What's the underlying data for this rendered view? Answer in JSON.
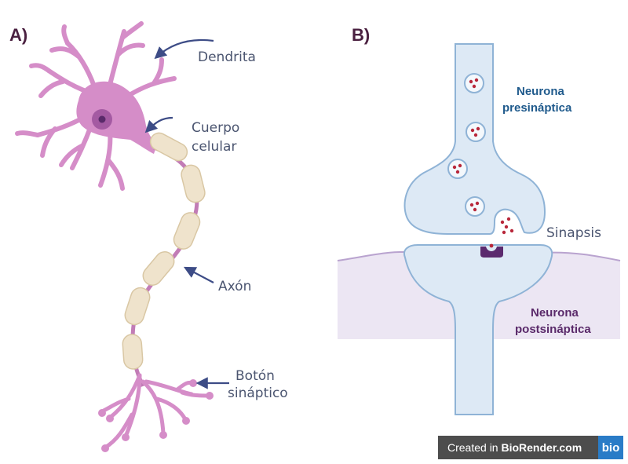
{
  "panel_a": {
    "label": "A)",
    "dendrite": "Dendrita",
    "cell_body_1": "Cuerpo",
    "cell_body_2": "celular",
    "axon": "Axón",
    "terminal_1": "Botón",
    "terminal_2": "sináptico"
  },
  "panel_b": {
    "label": "B)",
    "pre_1": "Neurona",
    "pre_2": "presináptica",
    "synapse": "Sinapsis",
    "post_1": "Neurona",
    "post_2": "postsináptica"
  },
  "badge": {
    "prefix": "Created in ",
    "brand": "BioRender.com",
    "logo": "bio"
  },
  "colors": {
    "neuron": "#d58dc8",
    "myelin": "#efe3cc",
    "pre_fill": "#dde9f5",
    "pre_stroke": "#8fb3d6",
    "post_bg": "#ece6f3",
    "vesicle_dot": "#b8273a",
    "receptor": "#5b2a6e",
    "arrow": "#3d4c86"
  }
}
